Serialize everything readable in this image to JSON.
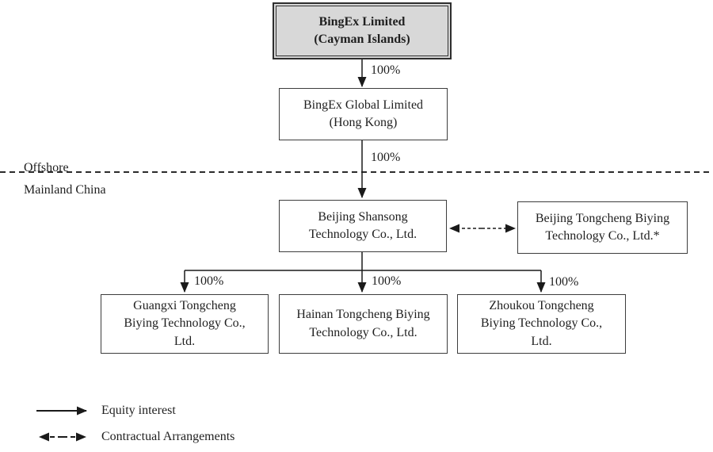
{
  "colors": {
    "background": "#ffffff",
    "box_border": "#3d3d3d",
    "parent_box_fill": "#d8d8d8",
    "line": "#1a1a1a"
  },
  "regions": {
    "offshore_label": "Offshore",
    "mainland_label": "Mainland China"
  },
  "nodes": {
    "bingex": "BingEx Limited\n(Cayman Islands)",
    "bingex_global": "BingEx Global Limited\n(Hong Kong)",
    "shansong": "Beijing Shansong\nTechnology Co., Ltd.",
    "tongcheng_biying": "Beijing Tongcheng Biying\nTechnology Co., Ltd.*",
    "guangxi": "Guangxi Tongcheng\nBiying Technology Co.,\nLtd.",
    "hainan": "Hainan Tongcheng Biying\nTechnology Co., Ltd.",
    "zhoukou": "Zhoukou Tongcheng\nBiying Technology Co.,\nLtd."
  },
  "ownership": {
    "bingex_to_global": "100%",
    "global_to_shansong": "100%",
    "shansong_to_guangxi": "100%",
    "shansong_to_hainan": "100%",
    "shansong_to_zhoukou": "100%"
  },
  "legend": {
    "equity": "Equity interest",
    "contractual": "Contractual Arrangements"
  }
}
